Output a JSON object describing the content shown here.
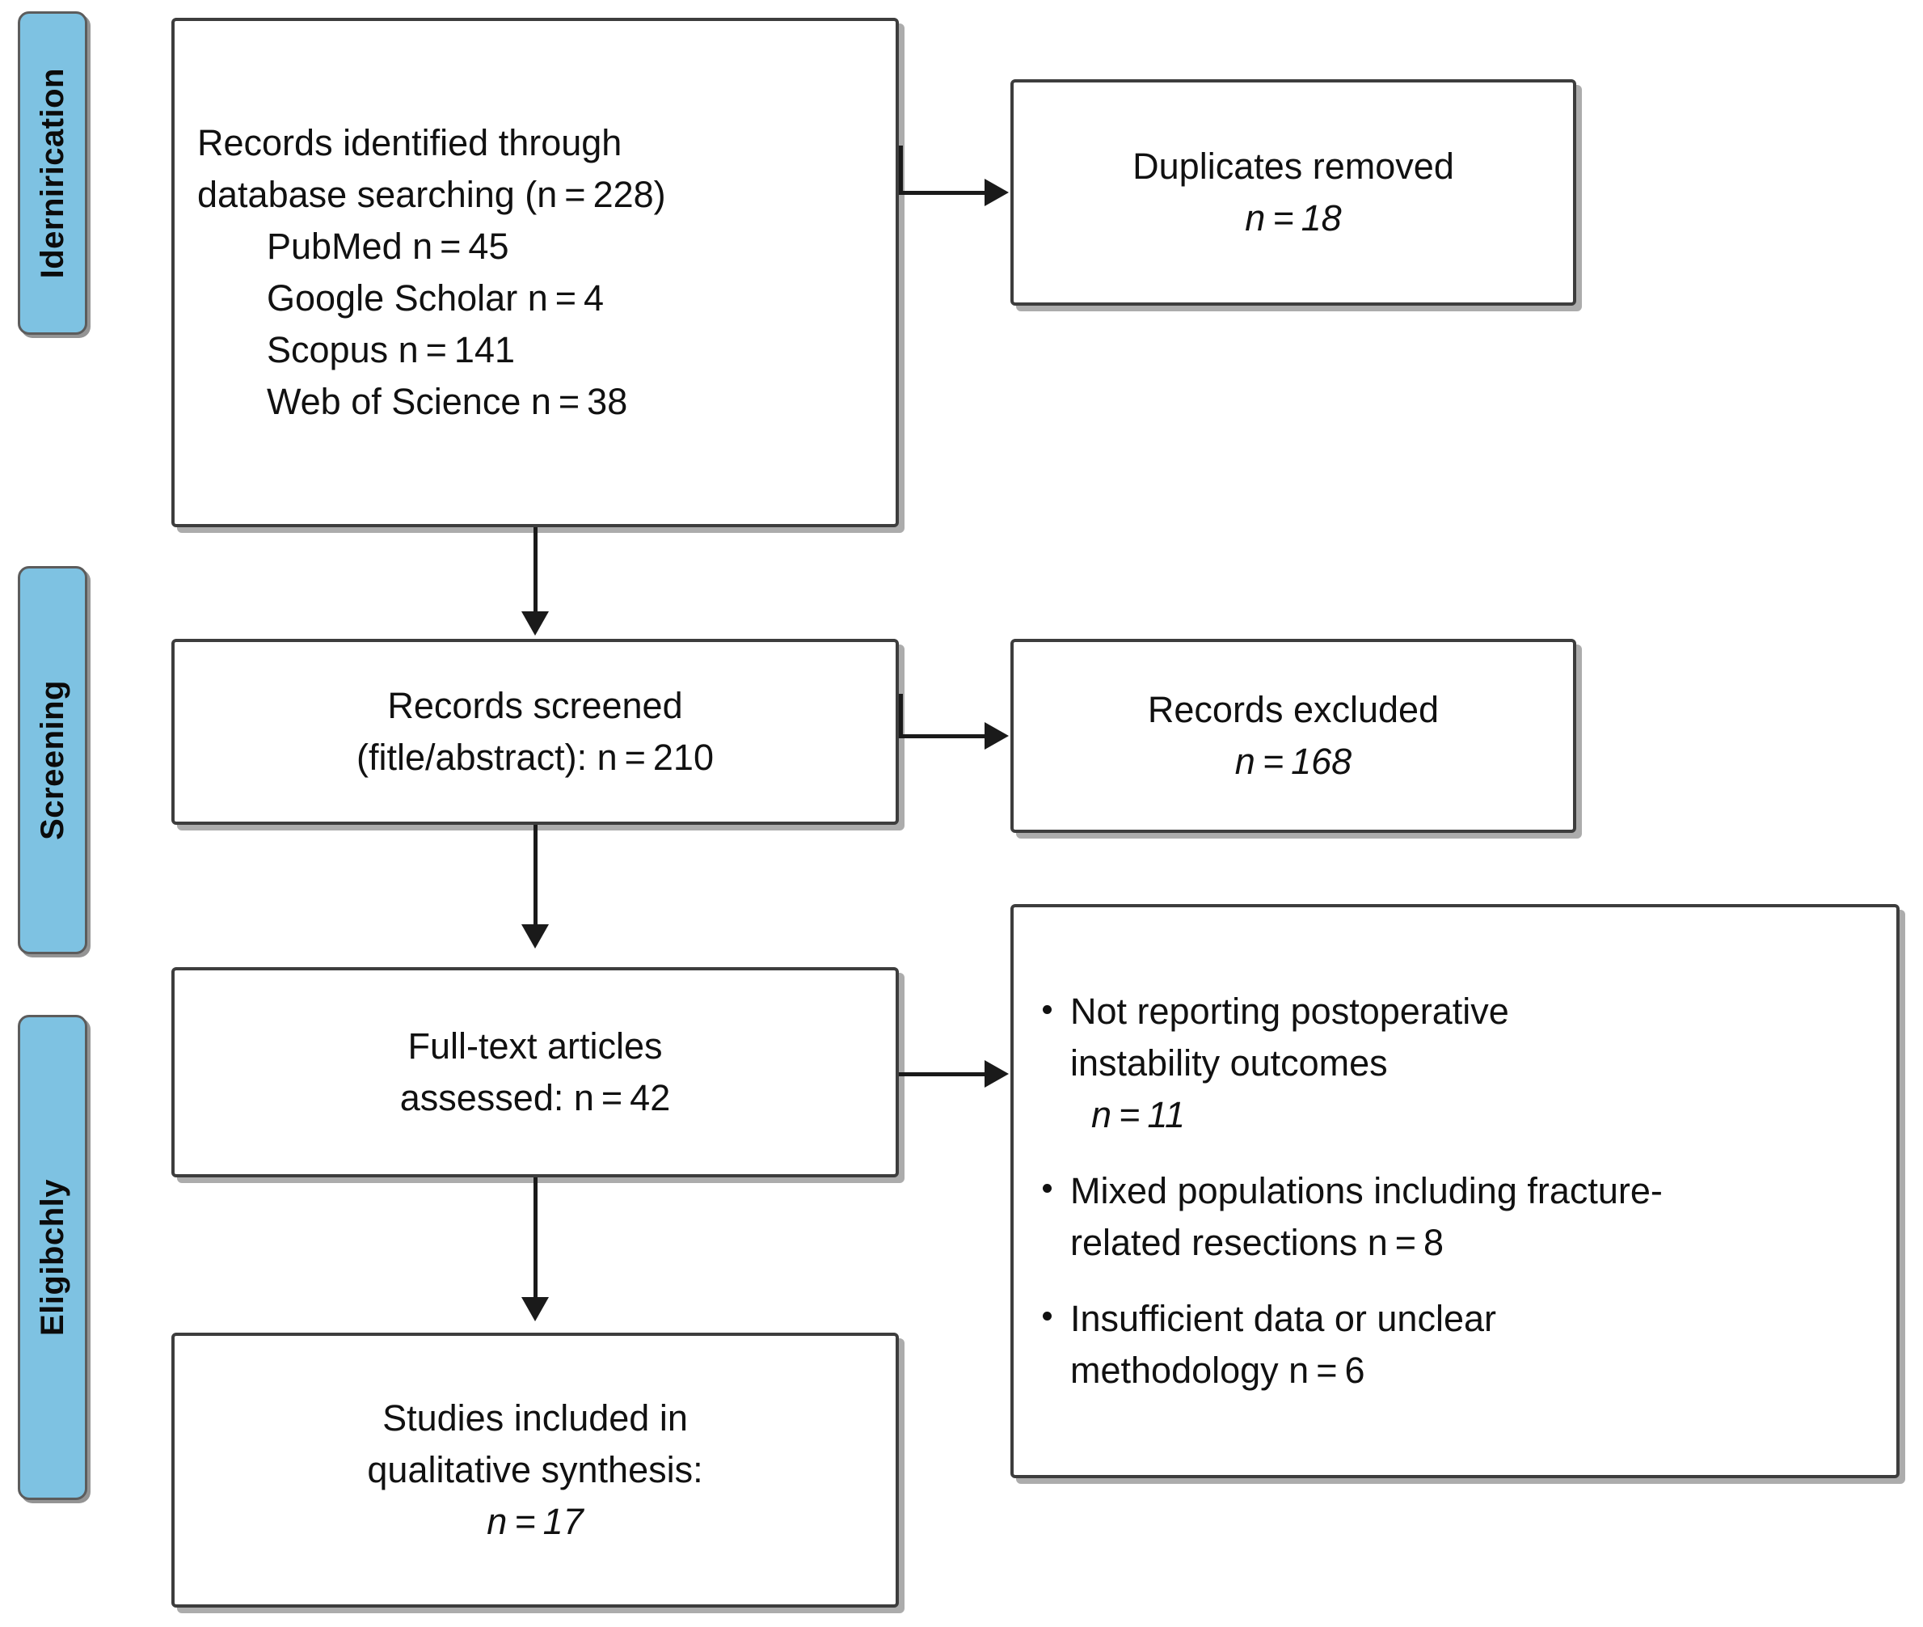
{
  "diagram": {
    "type": "prisma-flow-diagram",
    "stages": [
      {
        "id": "identification",
        "label": "Idernirication"
      },
      {
        "id": "screening",
        "label": "Screening"
      },
      {
        "id": "eligibility",
        "label": "Eligibchly"
      }
    ],
    "boxes": {
      "identified": {
        "title_line1": "Records identified through",
        "title_line2": "database searching (n = 228)",
        "sources": [
          "PubMed  n = 45",
          "Google Scholar  n = 4",
          "Scopus  n = 141",
          "Web of Science  n = 38"
        ]
      },
      "duplicates": {
        "line1": "Duplicates removed",
        "line2": "n = 18"
      },
      "screened": {
        "line1": "Records screened",
        "line2": "(fitle/abstract): n = 210"
      },
      "excluded": {
        "line1": "Records excluded",
        "line2": "n = 168"
      },
      "fulltext": {
        "line1": "Full-text articles",
        "line2": "assessed: n = 42"
      },
      "reasons": {
        "items": [
          {
            "text_line1": "Not reporting postoperative",
            "text_line2": "instability outcomes",
            "count": "n = 11"
          },
          {
            "text_line1": "Mixed populations including fracture-",
            "text_line2": "related resections  n = 8",
            "count": ""
          },
          {
            "text_line1": "Insufficient data or unclear",
            "text_line2": "methodology  n = 6",
            "count": ""
          }
        ]
      },
      "included": {
        "line1": "Studies included in",
        "line2": "qualitative synthesis:",
        "line3": "n = 17"
      }
    },
    "counts": {
      "records_identified": 228,
      "pubmed": 45,
      "google_scholar": 4,
      "scopus": 141,
      "web_of_science": 38,
      "duplicates_removed": 18,
      "records_screened": 210,
      "records_excluded": 168,
      "fulltext_assessed": 42,
      "excluded_no_instability_outcomes": 11,
      "excluded_mixed_populations": 8,
      "excluded_insufficient_data": 6,
      "studies_included": 17
    },
    "colors": {
      "stage_pill_fill": "#7ec2e2",
      "stage_pill_border": "#5c5c5c",
      "box_border": "#3d3d3d",
      "box_fill": "#ffffff",
      "text": "#111111",
      "connector": "#1a1a1a"
    }
  }
}
